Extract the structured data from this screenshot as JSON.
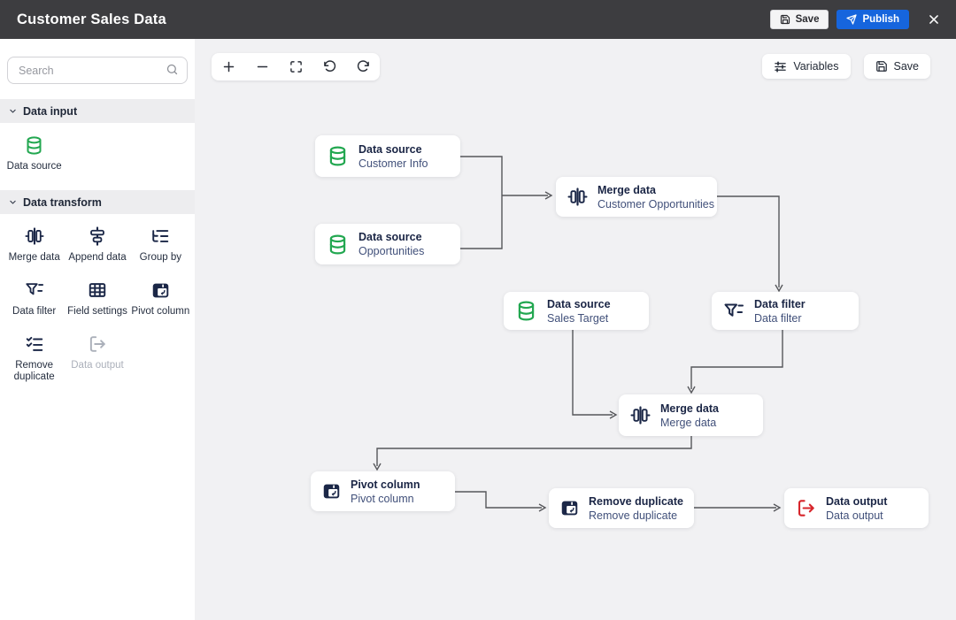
{
  "header": {
    "title": "Customer Sales Data",
    "save_label": "Save",
    "publish_label": "Publish",
    "close_icon": "close-icon"
  },
  "sidebar": {
    "search": {
      "placeholder": "Search",
      "icon": "search-icon"
    },
    "sections": [
      {
        "label": "Data input",
        "items": [
          {
            "label": "Data source",
            "icon": "database-icon",
            "color": "#22a750"
          }
        ]
      },
      {
        "label": "Data transform",
        "items": [
          {
            "label": "Merge data",
            "icon": "merge-icon"
          },
          {
            "label": "Append data",
            "icon": "append-icon"
          },
          {
            "label": "Group by",
            "icon": "list-tree-icon"
          },
          {
            "label": "Data filter",
            "icon": "filter-icon"
          },
          {
            "label": "Field settings",
            "icon": "table-grid-icon"
          },
          {
            "label": "Pivot column",
            "icon": "window-arrow-icon"
          },
          {
            "label": "Remove duplicate",
            "icon": "list-checks-icon"
          },
          {
            "label": "Data output",
            "icon": "log-out-icon",
            "disabled": true
          }
        ]
      }
    ]
  },
  "canvas": {
    "toolbar": [
      {
        "icon": "zoom-in-icon"
      },
      {
        "icon": "zoom-out-icon"
      },
      {
        "icon": "fit-screen-icon"
      },
      {
        "icon": "undo-icon"
      },
      {
        "icon": "redo-icon"
      }
    ],
    "variables_label": "Variables",
    "save_label": "Save",
    "nodes": [
      {
        "title": "Data source",
        "subtitle": "Customer Info",
        "icon": "database-icon"
      },
      {
        "title": "Data source",
        "subtitle": "Opportunities",
        "icon": "database-icon"
      },
      {
        "title": "Merge data",
        "subtitle": "Customer Opportunities",
        "icon": "merge-icon"
      },
      {
        "title": "Data source",
        "subtitle": "Sales Target",
        "icon": "database-icon"
      },
      {
        "title": "Data filter",
        "subtitle": "Data filter",
        "icon": "filter-icon"
      },
      {
        "title": "Merge data",
        "subtitle": "Merge data",
        "icon": "merge-icon"
      },
      {
        "title": "Pivot column",
        "subtitle": "Pivot column",
        "icon": "window-arrow-icon"
      },
      {
        "title": "Remove duplicate",
        "subtitle": "Remove duplicate",
        "icon": "window-arrow-icon"
      },
      {
        "title": "Data output",
        "subtitle": "Data output",
        "icon": "log-out-icon"
      }
    ]
  },
  "colors": {
    "header_bg": "#3d3d40",
    "publish_blue": "#1665dd",
    "source_green": "#22a750",
    "output_red": "#d7262c",
    "node_navy": "#1b2747",
    "connector_gray": "#56575b",
    "canvas_bg": "#f1f1f3"
  }
}
